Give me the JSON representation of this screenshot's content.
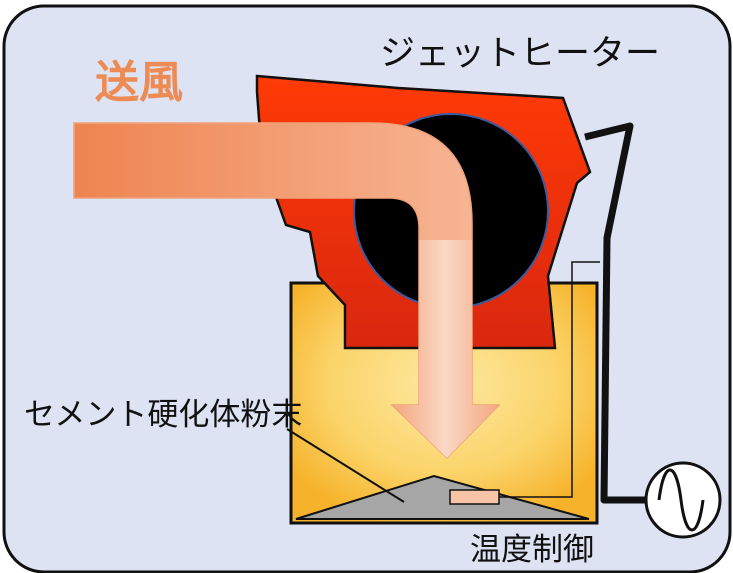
{
  "labels": {
    "jet_heater": "ジェットヒーター",
    "airflow": "送風",
    "cement_powder": "セメント硬化体粉末",
    "temperature_control": "温度制御"
  },
  "colors": {
    "panel_bg": "#dde3f3",
    "panel_border": "#111111",
    "heater_body": "#e8290e",
    "heater_hole": "#000000",
    "container_gold": "#f6b929",
    "container_center": "#fde9a2",
    "arrow_orange": "#ee8a54",
    "arrow_light": "#fbd9c8",
    "airflow_text": "#ee8a54",
    "powder_grey": "#a6a6a6",
    "sensor_fill": "#f8c4a8",
    "cable": "#111111"
  },
  "icons": {
    "power_source": "ac-sine-wave-icon"
  }
}
